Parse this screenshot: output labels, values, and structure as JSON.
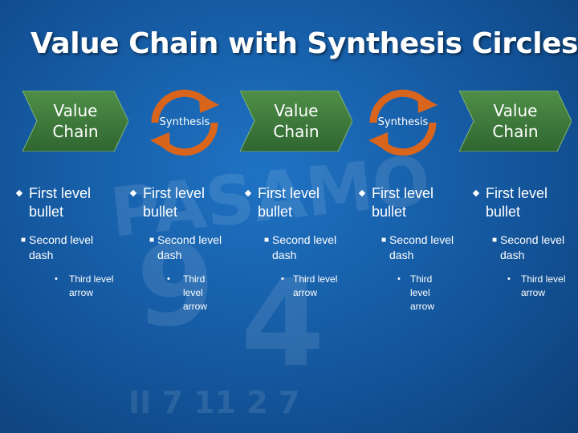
{
  "slide": {
    "title": "Value Chain with Synthesis Circles",
    "watermark_text": "PASAMO",
    "colors": {
      "background": "#1661b0",
      "chevron_fill": "#3d7a3a",
      "cycle_arrow": "#d9651d",
      "text": "#ffffff"
    }
  },
  "chevrons": [
    {
      "label": "Value\nChain"
    },
    {
      "label": "Value\nChain"
    },
    {
      "label": "Value\nChain"
    }
  ],
  "cycles": [
    {
      "label": "Synthesis",
      "icon": "circular-arrows-icon"
    },
    {
      "label": "Synthesis",
      "icon": "circular-arrows-icon"
    }
  ],
  "columns": [
    {
      "first": "First level bullet",
      "second": "Second level dash",
      "third": "Third level arrow"
    },
    {
      "first": "First level bullet",
      "second": "Second level dash",
      "third": "Third level arrow"
    },
    {
      "first": "First level bullet",
      "second": "Second level dash",
      "third": "Third level arrow"
    },
    {
      "first": "First level bullet",
      "second": "Second level dash",
      "third": "Third level arrow"
    },
    {
      "first": "First level bullet",
      "second": "Second level dash",
      "third": "Third level arrow"
    }
  ]
}
